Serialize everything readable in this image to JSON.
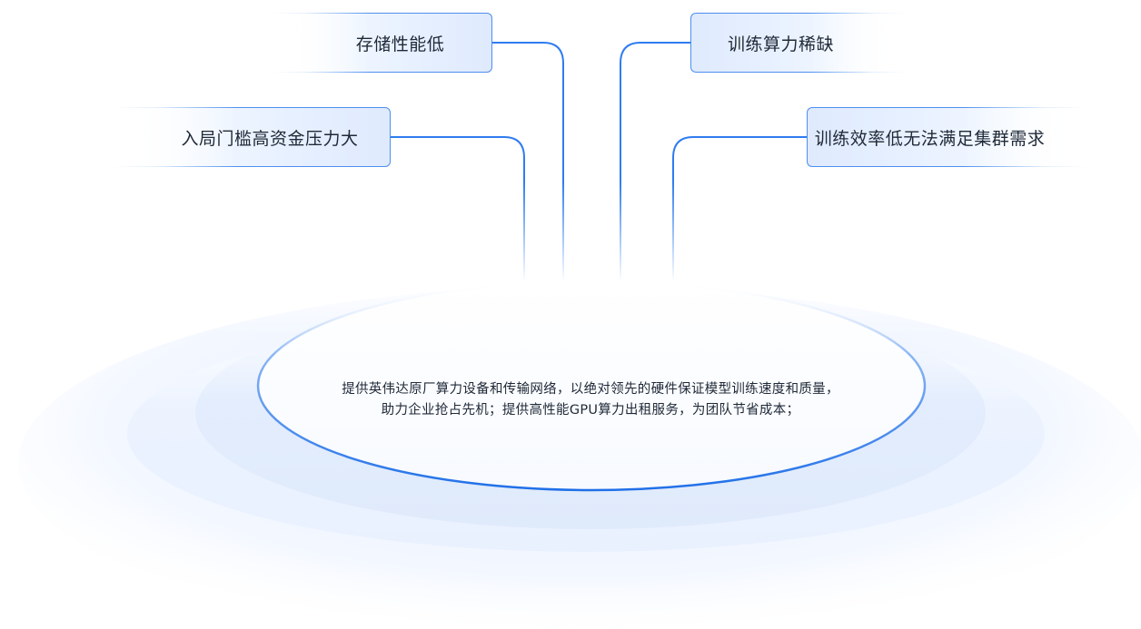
{
  "cards": {
    "storage": "存储性能低",
    "entry": "入局门槛高资金压力大",
    "scarce": "训练算力稀缺",
    "efficiency": "训练效率低无法满足集群需求"
  },
  "center": {
    "line1": "提供英伟达原厂算力设备和传输网络，以绝对领先的硬件保证模型训练速度和质量，",
    "line2": "助力企业抢占先机；提供高性能GPU算力出租服务，为团队节省成本；"
  },
  "colors": {
    "accent": "#2f7cf0",
    "card_fill": "#e5efff",
    "ring_light": "#f2f7ff",
    "ring_mid": "#e6f0ff",
    "text": "#1f2937"
  }
}
